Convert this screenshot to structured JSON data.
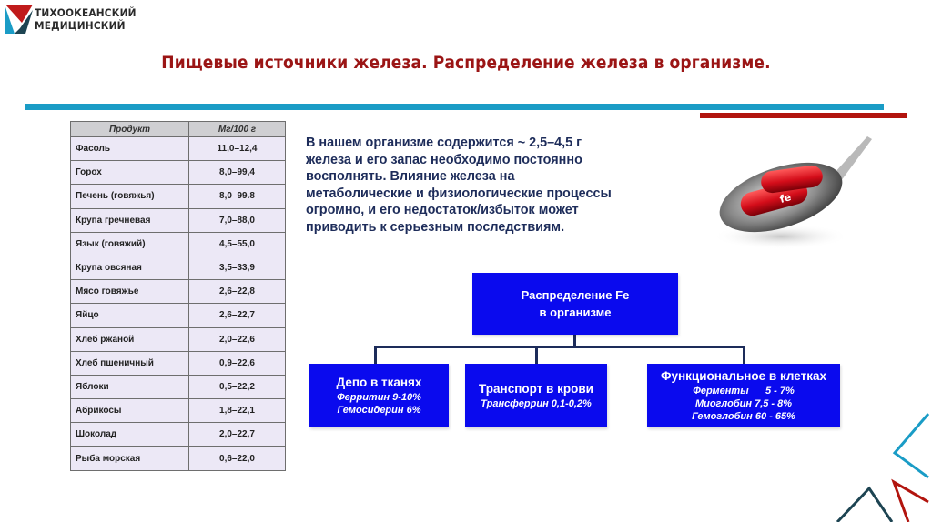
{
  "logo": {
    "line1": "ТИХООКЕАНСКИЙ",
    "line2": "МЕДИЦИНСКИЙ",
    "colors": {
      "red": "#c01b1b",
      "blue": "#1a9cc6",
      "dark": "#1d4452"
    }
  },
  "header": {
    "title": "Пищевые источники железа. Распределение железа в организме.",
    "title_color": "#9b1515",
    "accent_bar_color": "#1a9cc6",
    "secondary_bar_color": "#b2140e"
  },
  "iron_table": {
    "columns": [
      "Продукт",
      "Мг/100 г"
    ],
    "rows": [
      {
        "product": "Фасоль",
        "mg": "11,0–12,4"
      },
      {
        "product": "Горох",
        "mg": "8,0–99,4"
      },
      {
        "product": "Печень (говяжья)",
        "mg": "8,0–99.8"
      },
      {
        "product": "Крупа гречневая",
        "mg": "7,0–88,0"
      },
      {
        "product": "Язык (говяжий)",
        "mg": "4,5–55,0"
      },
      {
        "product": "Крупа овсяная",
        "mg": "3,5–33,9"
      },
      {
        "product": "Мясо говяжье",
        "mg": "2,6–22,8"
      },
      {
        "product": "Яйцо",
        "mg": "2,6–22,7"
      },
      {
        "product": "Хлеб ржаной",
        "mg": "2,0–22,6"
      },
      {
        "product": "Хлеб пшеничный",
        "mg": "0,9–22,6"
      },
      {
        "product": "Яблоки",
        "mg": "0,5–22,2"
      },
      {
        "product": "Абрикосы",
        "mg": "1,8–22,1"
      },
      {
        "product": "Шоколад",
        "mg": "2,0–22,7"
      },
      {
        "product": "Рыба морская",
        "mg": "0,6–22,0"
      }
    ]
  },
  "paragraph": {
    "lines": [
      "В нашем организме содержится ~ 2,5–4,5 г",
      "железа и его запас необходимо постоянно",
      "восполнять. Влияние железа на",
      "метаболические и физиологические процессы",
      "огромно, и его недостаток/избыток может",
      "приводить к серьезным последствиям."
    ]
  },
  "image": {
    "description": "spoon-with-red-fe-capsules",
    "capsule_label": "fe"
  },
  "diagram": {
    "node_color": "#0a0aee",
    "root": {
      "line1": "Распределение Fe",
      "line2": "в организме"
    },
    "children": [
      {
        "title": "Депо в тканях",
        "items": [
          "Ферритин  9-10%",
          "Гемосидерин  6%"
        ]
      },
      {
        "title": "Транспорт в крови",
        "items": [
          "Трансферрин 0,1-0,2%"
        ]
      },
      {
        "title": "Функциональное в клетках",
        "items": [
          "Ферменты      5 - 7%",
          "Миоглобин  7,5 - 8%",
          "Гемоглобин 60 - 65%"
        ]
      }
    ]
  }
}
